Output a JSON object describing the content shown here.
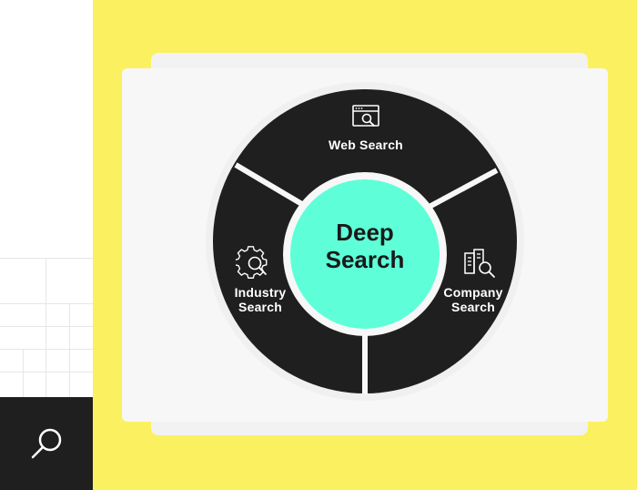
{
  "colors": {
    "background": "#fbf160",
    "ring": "#1f1f1f",
    "core": "#5effd8",
    "card": "#f7f7f7",
    "divider": "#f7f7f7"
  },
  "center": {
    "line1": "Deep",
    "line2": "Search"
  },
  "segments": [
    {
      "line1": "Web Search",
      "line2": "",
      "icon": "browser-search-icon"
    },
    {
      "line1": "Industry",
      "line2": "Search",
      "icon": "gear-search-icon"
    },
    {
      "line1": "Company",
      "line2": "Search",
      "icon": "building-search-icon"
    }
  ],
  "corner_tile": {
    "icon": "search-icon"
  }
}
